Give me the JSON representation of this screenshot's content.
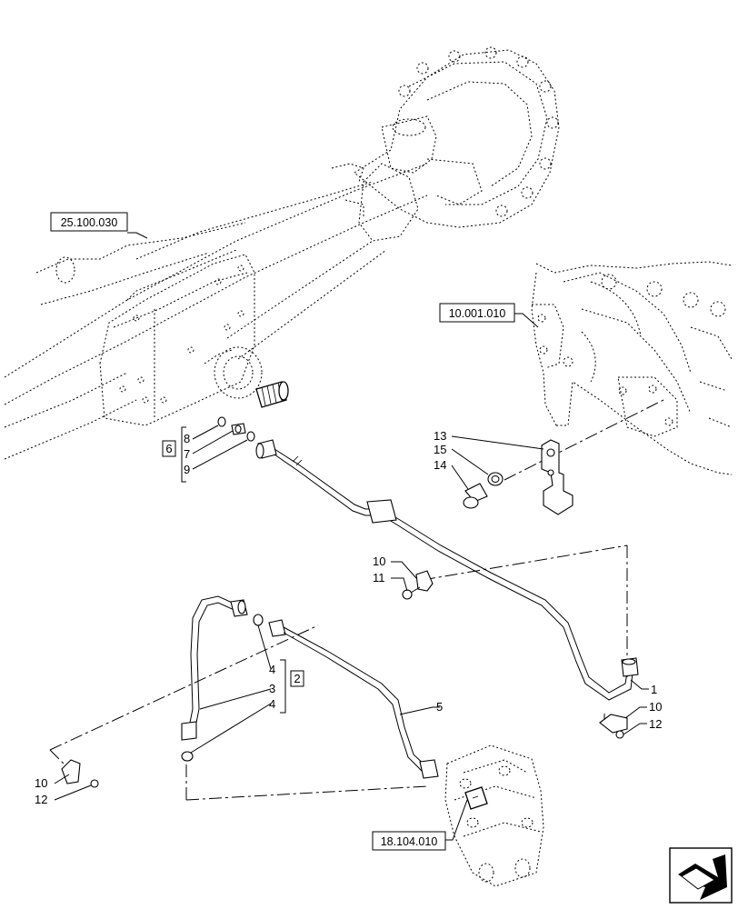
{
  "references": {
    "axle": "25.100.030",
    "engine": "10.001.010",
    "valve": "18.104.010"
  },
  "groups": {
    "fitting_group": "6",
    "pipe_group": "2"
  },
  "callouts": {
    "c1": "1",
    "c3": "3",
    "c4a": "4",
    "c4b": "4",
    "c5": "5",
    "c7": "7",
    "c8": "8",
    "c9": "9",
    "c10a": "10",
    "c10b": "10",
    "c10c": "10",
    "c11": "11",
    "c12a": "12",
    "c12b": "12",
    "c13": "13",
    "c14": "14",
    "c15": "15"
  },
  "icons": {
    "nav": "next-page-arrow-icon"
  }
}
